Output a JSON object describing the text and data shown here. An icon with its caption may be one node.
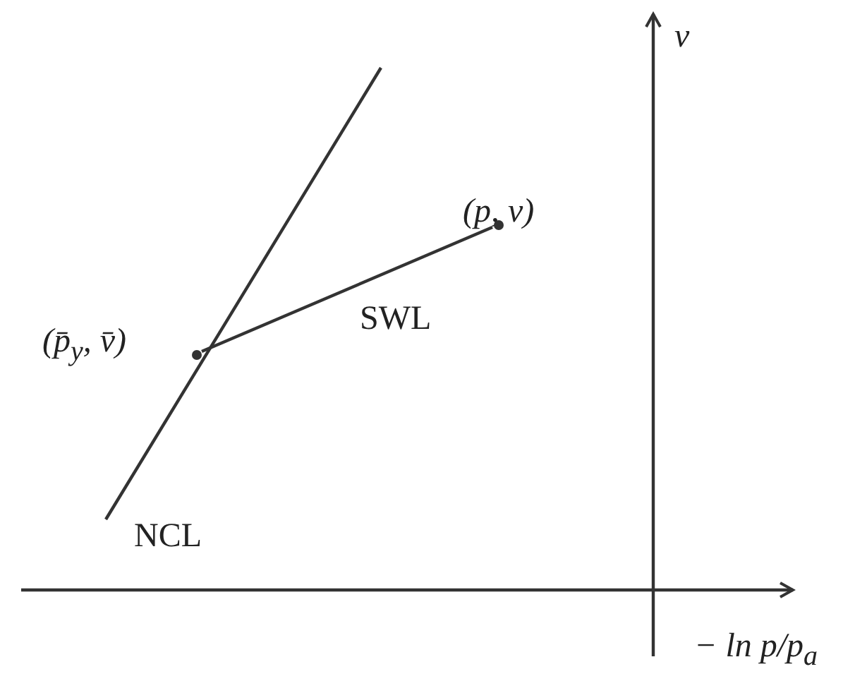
{
  "diagram": {
    "nodes": [
      {
        "text": [
          "(p̄$_{y}$, v̄)"
        ]
      },
      {
        "text": [
          "(p, v)"
        ]
      }
    ],
    "edges": [
      {
        "from": 0,
        "to": 1,
        "arrow": "none",
        "label": "SWL"
      }
    ],
    "labels": [
      "v",
      "NCL",
      "− ln p/p$_{a}$"
    ]
  }
}
